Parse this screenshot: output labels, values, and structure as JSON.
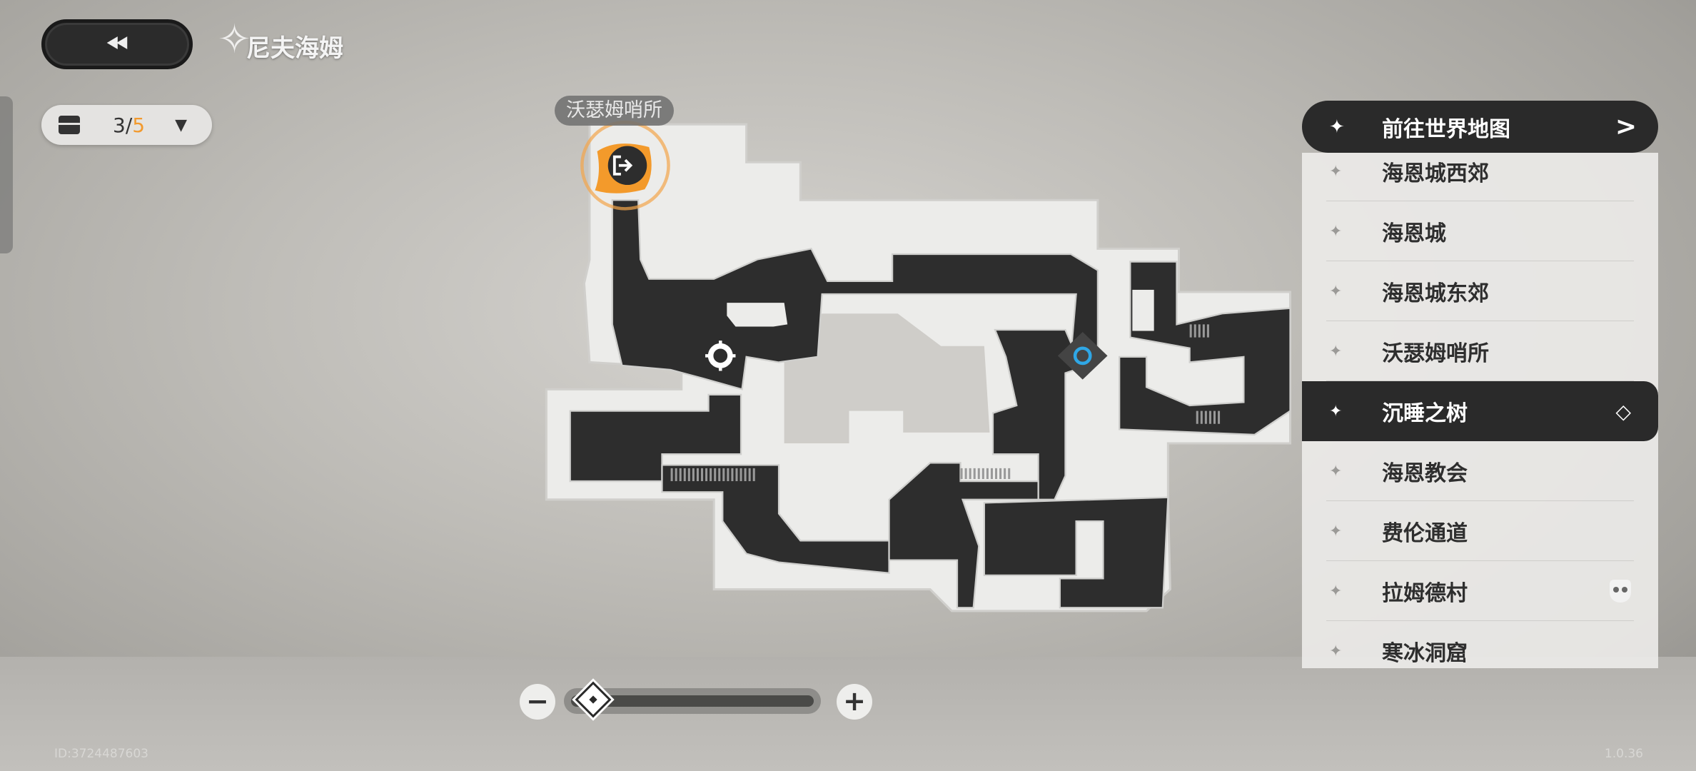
{
  "header": {
    "back_icon": "double-chevron-left",
    "region_title": "尼夫海姆"
  },
  "chest_counter": {
    "collected": "3",
    "separator": "/",
    "total": "5",
    "accent": "#f29a2e"
  },
  "map": {
    "exit_label": "沃瑟姆哨所",
    "exit_color": "#f39a2b",
    "player_marker_color": "#2fa7e6"
  },
  "panel": {
    "goto_label": "前往世界地图",
    "items": [
      {
        "label": "海恩城西郊"
      },
      {
        "label": "海恩城"
      },
      {
        "label": "海恩城东郊"
      },
      {
        "label": "沃瑟姆哨所"
      },
      {
        "label": "沉睡之树",
        "selected": true,
        "icon": "location-pin-icon"
      },
      {
        "label": "海恩教会"
      },
      {
        "label": "费伦通道"
      },
      {
        "label": "拉姆德村",
        "icon": "mask-icon"
      },
      {
        "label": "寒冰洞窟"
      }
    ]
  },
  "zoom": {
    "minus": "−",
    "plus": "+",
    "level": 0.05
  },
  "footer": {
    "uid": "ID:3724487603",
    "version": "1.0.36"
  }
}
